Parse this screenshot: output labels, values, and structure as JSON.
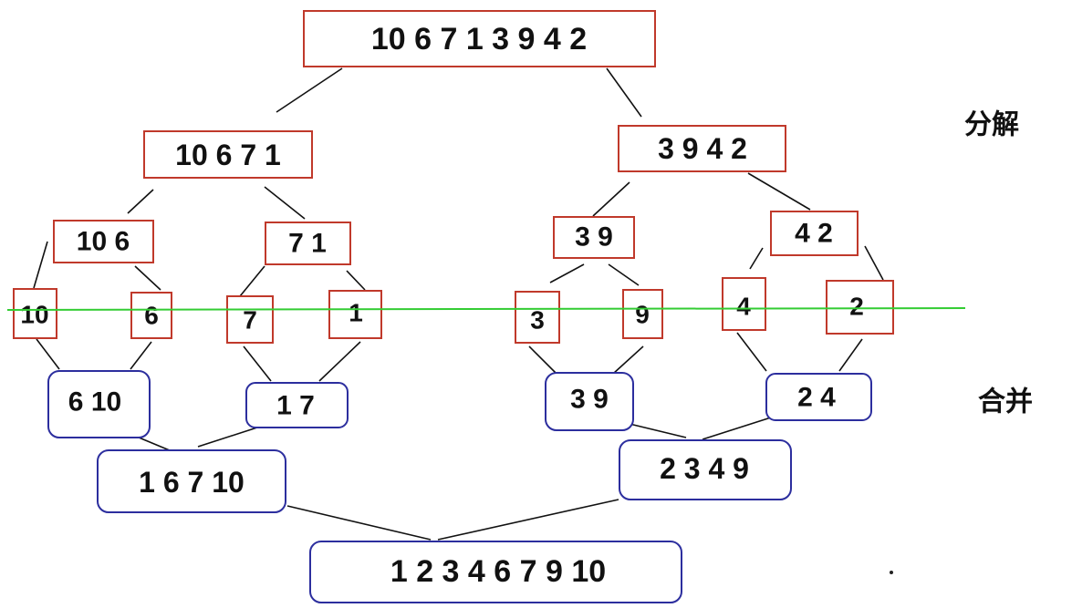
{
  "colors": {
    "split_border": "#c0392b",
    "merge_border": "#2c2e9e",
    "divider_line": "#33cc33",
    "text": "#111111"
  },
  "labels": {
    "split": "分解",
    "merge": "合并"
  },
  "split_nodes": {
    "root": "10 6 7 1 3 9 4 2",
    "left": "10 6 7 1",
    "right": "3 9 4 2",
    "left_left": "10 6",
    "left_right": "7 1",
    "right_left": "3 9",
    "right_right": "4 2",
    "leaf_10": "10",
    "leaf_6": "6",
    "leaf_7": "7",
    "leaf_1": "1",
    "leaf_3": "3",
    "leaf_9": "9",
    "leaf_4": "4",
    "leaf_2": "2"
  },
  "merge_nodes": {
    "pair_6_10": "6 10",
    "pair_1_7": "1 7",
    "pair_3_9": "3 9",
    "pair_2_4": "2 4",
    "left_merged": "1 6 7 10",
    "right_merged": "2 3 4 9",
    "final": "1 2 3 4 6 7 9 10"
  }
}
